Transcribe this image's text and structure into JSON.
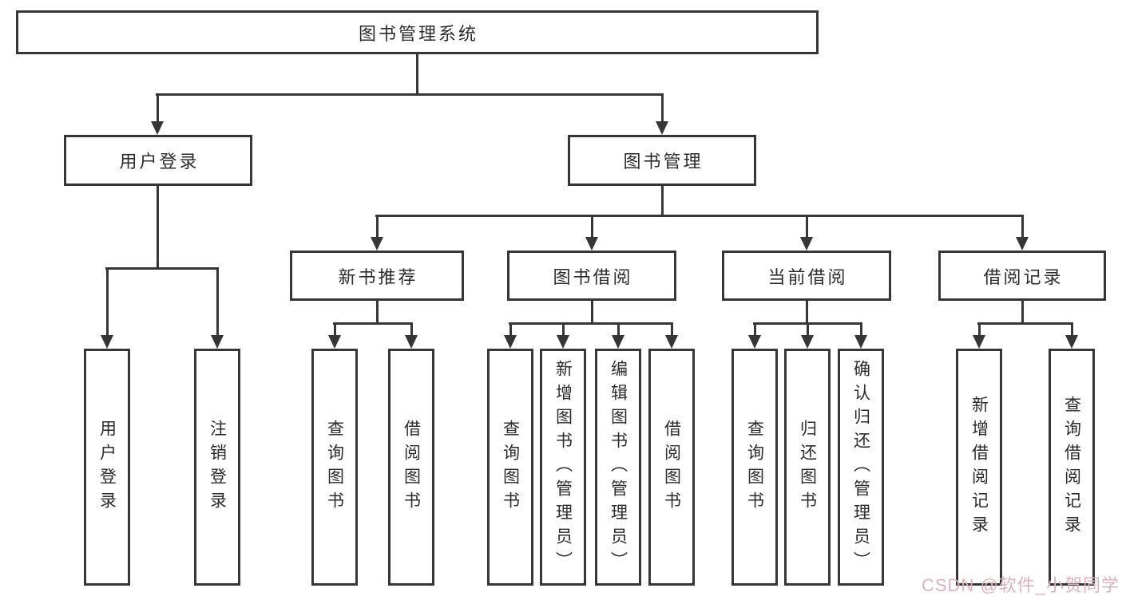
{
  "diagram": {
    "type": "tree",
    "title": "图书管理系统",
    "tree": {
      "root": {
        "label": "图书管理系统"
      },
      "branches": [
        {
          "label": "用户登录",
          "children": [
            {
              "label": "用户登录"
            },
            {
              "label": "注销登录"
            }
          ]
        },
        {
          "label": "图书管理",
          "children": [
            {
              "label": "新书推荐",
              "children": [
                {
                  "label": "查询图书"
                },
                {
                  "label": "借阅图书"
                }
              ]
            },
            {
              "label": "图书借阅",
              "children": [
                {
                  "label": "查询图书"
                },
                {
                  "label": "新增图书（管理员）"
                },
                {
                  "label": "编辑图书（管理员）"
                },
                {
                  "label": "借阅图书"
                }
              ]
            },
            {
              "label": "当前借阅",
              "children": [
                {
                  "label": "查询图书"
                },
                {
                  "label": "归还图书"
                },
                {
                  "label": "确认归还（管理员）"
                }
              ]
            },
            {
              "label": "借阅记录",
              "children": [
                {
                  "label": "新增借阅记录"
                },
                {
                  "label": "查询借阅记录"
                }
              ]
            }
          ]
        }
      ]
    },
    "colors": {
      "background": "#ffffff",
      "line": "#363636",
      "text": "#2b2b2b",
      "watermark": "#dcb3bd"
    },
    "watermark": {
      "text": "CSDN @软件_小贺同学"
    }
  }
}
